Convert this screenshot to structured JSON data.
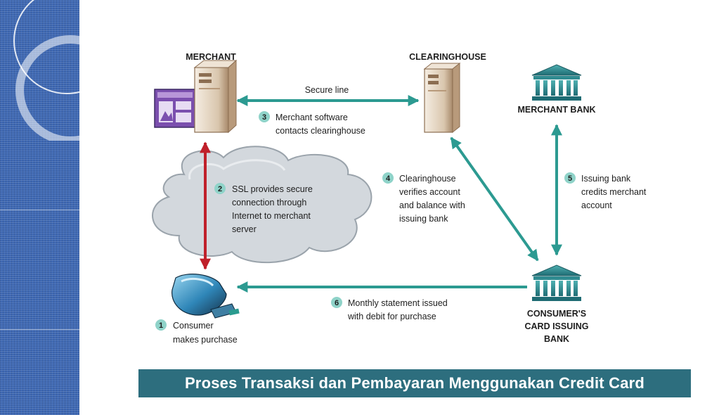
{
  "nodes": {
    "merchant": "MERCHANT",
    "clearinghouse": "CLEARINGHOUSE",
    "merchant_bank": "MERCHANT BANK",
    "consumer_bank": [
      "CONSUMER'S",
      "CARD ISSUING",
      "BANK"
    ]
  },
  "labels": {
    "secure_line": "Secure line"
  },
  "steps": [
    {
      "num": "1",
      "lines": [
        "Consumer",
        "makes purchase"
      ]
    },
    {
      "num": "2",
      "lines": [
        "SSL provides secure",
        "connection through",
        "Internet to merchant",
        "server"
      ]
    },
    {
      "num": "3",
      "lines": [
        "Merchant software",
        "contacts clearinghouse"
      ]
    },
    {
      "num": "4",
      "lines": [
        "Clearinghouse",
        "verifies account",
        "and balance with",
        "issuing bank"
      ]
    },
    {
      "num": "5",
      "lines": [
        "Issuing bank",
        "credits merchant",
        "account"
      ]
    },
    {
      "num": "6",
      "lines": [
        "Monthly statement issued",
        "with debit for purchase"
      ]
    }
  ],
  "caption": "Proses Transaksi dan Pembayaran Menggunakan Credit Card",
  "colors": {
    "teal_arrow": "#2c9a91",
    "red_arrow": "#c0202a",
    "caption_bg": "#2d6e7e",
    "step_circle": "#8fd3c9",
    "side_strip": "#3d67b2"
  }
}
